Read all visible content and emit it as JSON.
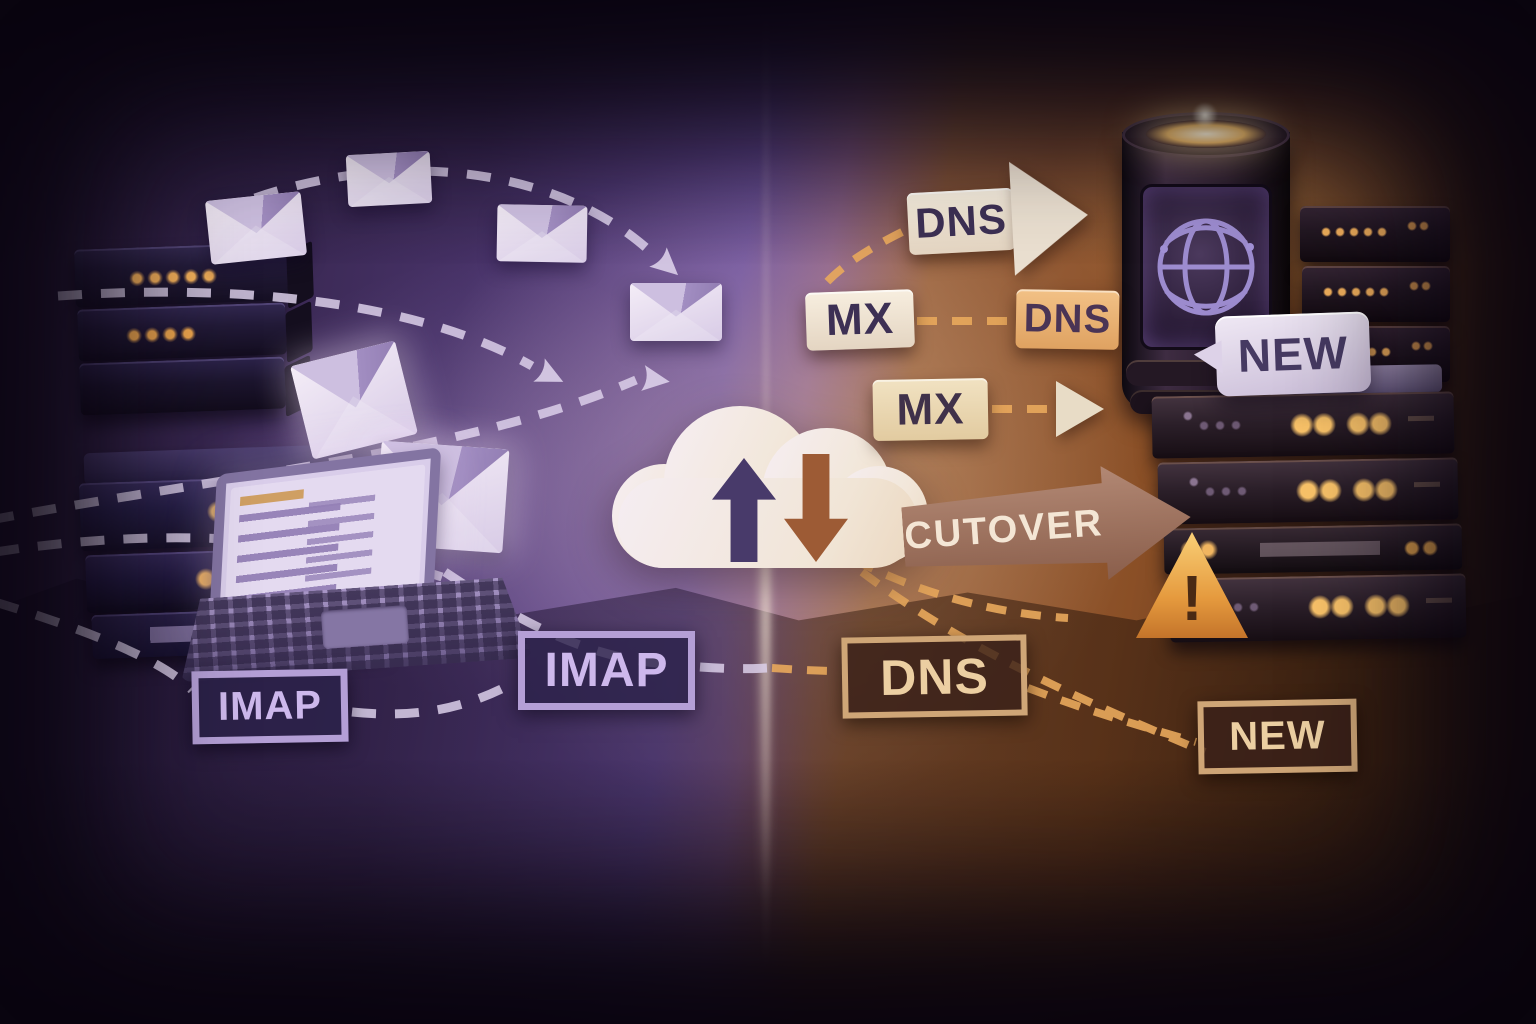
{
  "labels": {
    "dns_arrow_top": "DNS",
    "mx_upper": "MX",
    "dns_mid": "DNS",
    "mx_lower": "MX",
    "cutover": "CUTOVER",
    "new_badge": "NEW",
    "imap_left": "IMAP",
    "imap_center": "IMAP",
    "dns_bottom": "DNS",
    "new_bottom": "NEW",
    "warning_mark": "!"
  },
  "icons": {
    "cloud_sync": "cloud with upload and download arrows",
    "upload_arrow": "dark purple up arrow",
    "download_arrow": "brown down arrow",
    "warning": "orange warning triangle with exclamation mark",
    "globe": "wireframe globe on server screen",
    "envelope": "mail envelope",
    "laptop": "open laptop showing email list",
    "server_stack": "stacked server units with status LEDs"
  },
  "colors": {
    "left_background": "#6d51a0",
    "right_background": "#8a4f26",
    "cream_label_bg": "#f0e6d6",
    "orange_label_bg": "#ecb574",
    "label_text_dark": "#3d3054",
    "purple_outline": "#b49fd6",
    "tan_outline": "#cfa677",
    "led_orange": "#f6b25a",
    "cloud": "#f1e8e3",
    "upload_arrow": "#483a6a",
    "download_arrow": "#9d5b35",
    "cutover_arrow": "#9a6a55",
    "warning_orange": "#e8a040"
  }
}
